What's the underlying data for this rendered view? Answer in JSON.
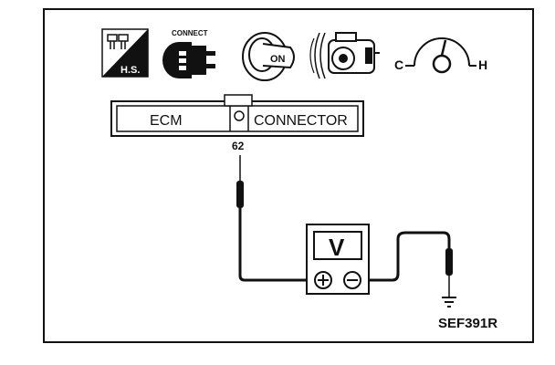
{
  "icons": {
    "hs_label": "H.S.",
    "connect_label": "CONNECT",
    "ignition_label": "ON",
    "gauge_cold_label": "C",
    "gauge_hot_label": "H"
  },
  "connector": {
    "left_label": "ECM",
    "right_label": "CONNECTOR",
    "pin_number": "62"
  },
  "voltmeter": {
    "label": "V"
  },
  "reference_code": "SEF391R"
}
